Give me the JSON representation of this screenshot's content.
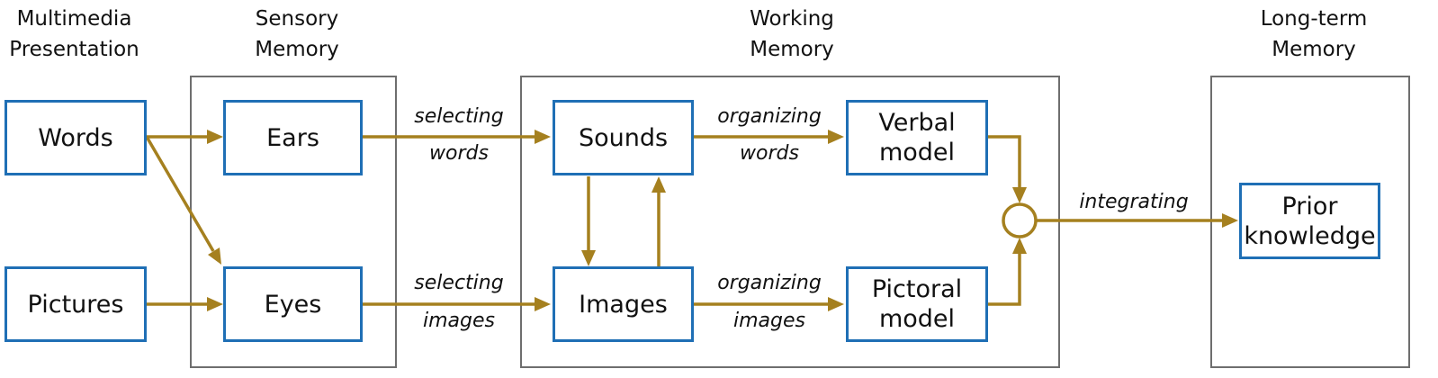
{
  "columns": {
    "multimedia": [
      "Multimedia",
      "Presentation"
    ],
    "sensory": [
      "Sensory",
      "Memory"
    ],
    "working": [
      "Working",
      "Memory"
    ],
    "longterm": [
      "Long-term",
      "Memory"
    ]
  },
  "nodes": {
    "words": "Words",
    "pictures": "Pictures",
    "ears": "Ears",
    "eyes": "Eyes",
    "sounds": "Sounds",
    "images": "Images",
    "verbal_model": [
      "Verbal",
      "model"
    ],
    "pictoral_model": [
      "Pictoral",
      "model"
    ],
    "prior_knowledge": [
      "Prior",
      "knowledge"
    ]
  },
  "edges": {
    "selecting_words": [
      "selecting",
      "words"
    ],
    "selecting_images": [
      "selecting",
      "images"
    ],
    "organizing_words": [
      "organizing",
      "words"
    ],
    "organizing_images": [
      "organizing",
      "images"
    ],
    "integrating": "integrating"
  },
  "colors": {
    "node_border": "#1f6fb5",
    "arrow": "#a5801f",
    "group_border": "#6e6e6e"
  }
}
